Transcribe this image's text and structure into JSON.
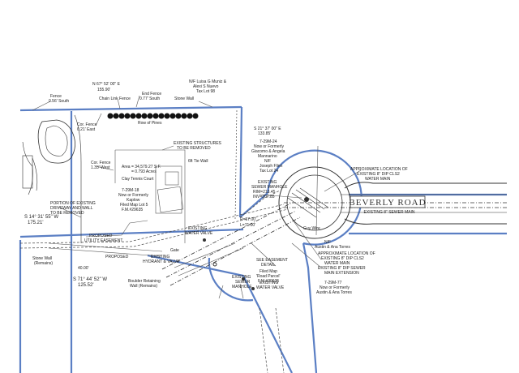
{
  "labels": {
    "bearing_top": "N 67° 52' 00\" E",
    "dist_top": "155.90'",
    "owner_top": "N/F Luisa G Muniz &",
    "owner_top2": "Alexi S Nuevo",
    "owner_top3": "Tax Lot 98",
    "end_fence": "End Fence",
    "end_fence_val": "0.77' South",
    "chain_link": "Chain Link Fence",
    "stone_wall_top": "Stone Wall",
    "fence_south": "Fence",
    "fence_south_val": "0.56' South",
    "cor_fence_east": "Cor. Fence",
    "cor_fence_east_val": "0.21' East",
    "row_pines": "Row of Pines",
    "existing_structures": "EXISTING STRUCTURES",
    "to_be_removed": "TO BE REMOVED",
    "area": "Area = 34,579.27 S.F.",
    "area_acres": "= 0.793 Acres",
    "tie_wall": "6ft Tie Wall",
    "clay_tennis": "Clay Tennis Court",
    "lot_no": "7-29M-18",
    "lot_owner1": "Now or Formerly",
    "lot_owner2": "Kaplow",
    "lot_filed": "Filed Map Lot 5",
    "lot_fm": "F.M.#29635",
    "cor_fence_west": "Cor. Fence",
    "cor_fence_west_val": "1.33' West",
    "portion_existing": "PORTION OF EXISTING",
    "portion_existing2": "DRIVEWAY AND WALL",
    "portion_existing3": "TO BE REMOVED",
    "bearing_right": "S 21° 37' 00\" E",
    "dist_right": "133.85'",
    "right_lot": "7-29M-24",
    "right_owner1": "Now or Formerly",
    "right_owner2": "Giacomo & Angela",
    "right_owner3": "Mannarino",
    "right_nf": "N/F",
    "right_owner4": "Joseph Flinn",
    "right_taxlot": "Tax Lot 24",
    "sewer_manhole": "EXISTING",
    "sewer_manhole2": "SEWER MANHOLE",
    "sewer_rim": "RIM=213.45",
    "sewer_inv": "INV=207.85",
    "approx_sewer": "APPROXIMATE LOCATION OF",
    "approx_sewer2": "EXISTING 8\" DIP CLS2",
    "approx_sewer3": "WATER MAIN",
    "road_name": "BEVERLY ROAD",
    "road_sub": "EXISTING 8\" SEWER MAIN",
    "bearing_left": "S 14° 31' 55\" W",
    "dist_left": "175.21'",
    "stone_wall_remains": "Stone Wall",
    "stone_wall_remains2": "(Remains)",
    "utility_easement": "PROPOSED",
    "utility_easement2": "UTILITY EASEMENT",
    "proposed": "PROPOSED",
    "dist_40": "40.00'",
    "bearing_bottom": "S 71° 44' 52\" W",
    "dist_bottom": "125.52'",
    "boulder_wall": "Boulder Retaining",
    "boulder_wall2": "Wall (Remains)",
    "hydrant": "EXISTING",
    "hydrant2": "HYDRANT & VALVE",
    "water_valve": "EXISTING",
    "water_valve2": "WATER VALVE",
    "radius": "R=57.00'",
    "arc": "L=71.00'",
    "see_easement": "SEE EASEMENT",
    "see_easement2": "DETAIL",
    "filed_map": "Filed Map",
    "filed_map2": "'Road Parcel'",
    "filed_map3": "F.M.#29635",
    "austin_nf": "N/F",
    "austin": "Austin & Ana Torres",
    "approx_water": "APPROXIMATE LOCATION OF",
    "approx_water2": "EXISTING 8\" DIP CLS2",
    "approx_water3": "WATER MAIN",
    "sewer_ext": "EXISTING 8\" DIP SEWER",
    "sewer_ext2": "MAIN EXTENSION",
    "lot_b": "7-29M-77",
    "lot_b2": "Now or Formerly",
    "lot_b3": "Austin & Ana Torres",
    "sewer_mh_b": "EXISTING",
    "sewer_mh_b2": "SEWER",
    "sewer_mh_b3": "MANHOLE",
    "gate": "Gate",
    "guy_wire": "Guy Wire",
    "existing_water_valve": "EXISTING",
    "existing_water_valve2": "WATER VALVE"
  },
  "colors": {
    "boundary": "#5b7fc4",
    "ink": "#333333"
  }
}
